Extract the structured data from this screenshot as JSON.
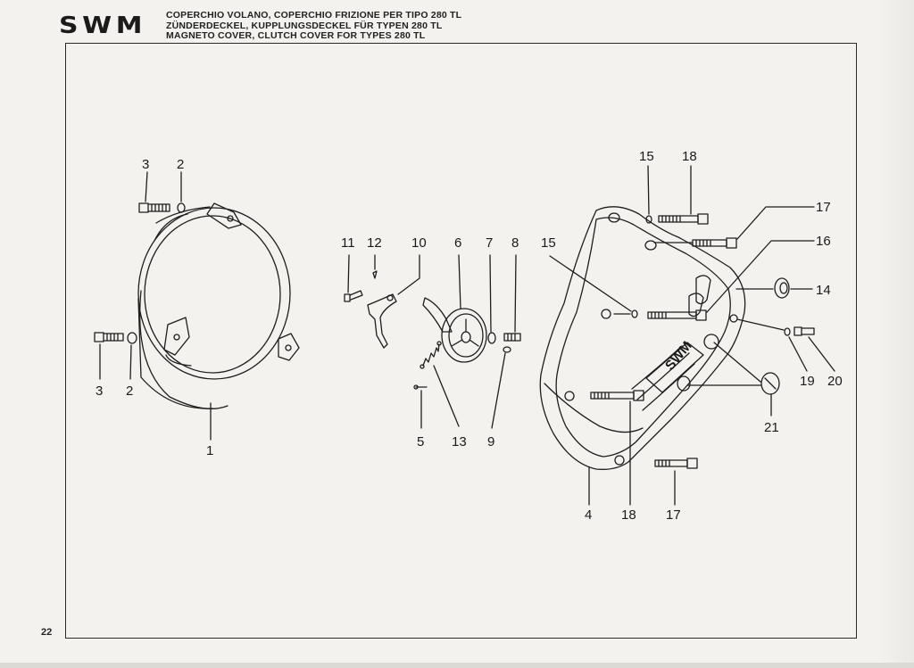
{
  "header": {
    "logo": "SWM",
    "title_it": "COPERCHIO VOLANO, COPERCHIO FRIZIONE PER TIPO 280 TL",
    "title_de": "ZÜNDERDECKEL, KUPPLUNGSDECKEL FÜR TYPEN 280 TL",
    "title_en": "MAGNETO COVER, CLUTCH COVER FOR TYPES 280 TL"
  },
  "page_number": "22",
  "callouts": {
    "c1": "1",
    "c2a": "2",
    "c2b": "2",
    "c3a": "3",
    "c3b": "3",
    "c4": "4",
    "c5": "5",
    "c6": "6",
    "c7": "7",
    "c8": "8",
    "c9": "9",
    "c10": "10",
    "c11": "11",
    "c12": "12",
    "c13": "13",
    "c14": "14",
    "c15a": "15",
    "c15b": "15",
    "c16": "16",
    "c17a": "17",
    "c17b": "17",
    "c18a": "18",
    "c18b": "18",
    "c19": "19",
    "c20": "20",
    "c21": "21"
  },
  "cover_emblem": "SWM"
}
